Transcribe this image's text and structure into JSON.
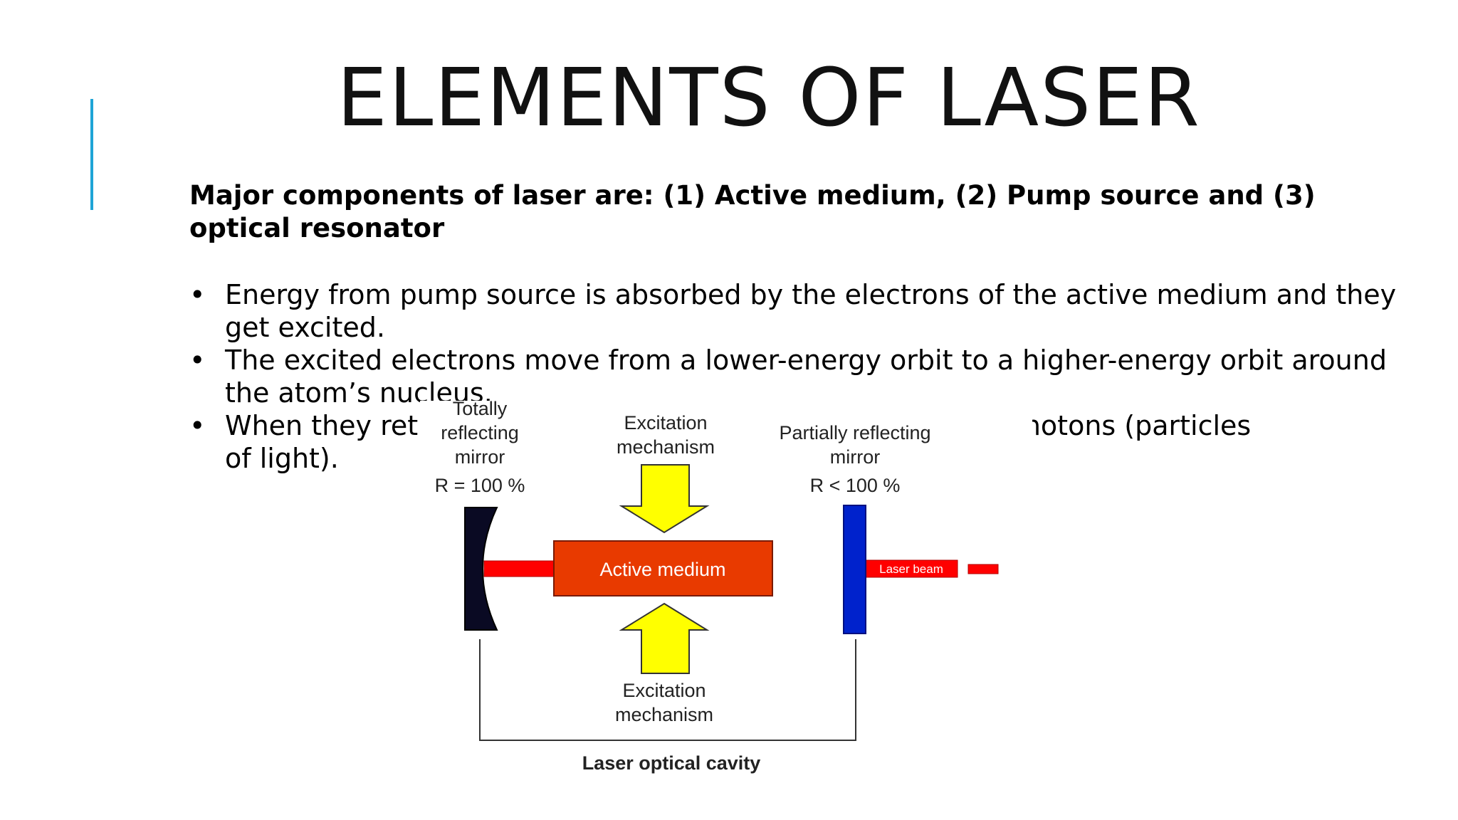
{
  "slide": {
    "title": "ELEMENTS OF LASER",
    "intro": "Major components of laser are: (1) Active medium, (2) Pump source and (3) optical resonator",
    "bullets": [
      "Energy from pump source is absorbed by the electrons of the active medium and they get excited.",
      "The excited electrons move from a lower-energy orbit to a higher-energy orbit around the atom’s nucleus.",
      {
        "visible_start": "When they retu",
        "visible_end": "ctrons emit photons (particles",
        "continuation": "of light)."
      }
    ],
    "bullet_glyph": "•",
    "accent_color": "#1fa4d6"
  },
  "diagram": {
    "totally_reflecting_mirror": {
      "line1": "Totally",
      "line2": "reflecting",
      "line3": "mirror",
      "reflectance": "R = 100 %"
    },
    "excitation_top": {
      "line1": "Excitation",
      "line2": "mechanism"
    },
    "partially_reflecting_mirror": {
      "line1": "Partially reflecting",
      "line2": "mirror",
      "reflectance": "R < 100 %"
    },
    "active_medium": "Active medium",
    "laser_beam": "Laser beam",
    "excitation_bottom": {
      "line1": "Excitation",
      "line2": "mechanism"
    },
    "cavity_label": "Laser optical cavity",
    "colors": {
      "beam": "#ff0000",
      "active_medium": "#e83a00",
      "arrow": "#ffff00",
      "back_mirror": "#0a0a23",
      "output_mirror": "#0022cc"
    }
  }
}
